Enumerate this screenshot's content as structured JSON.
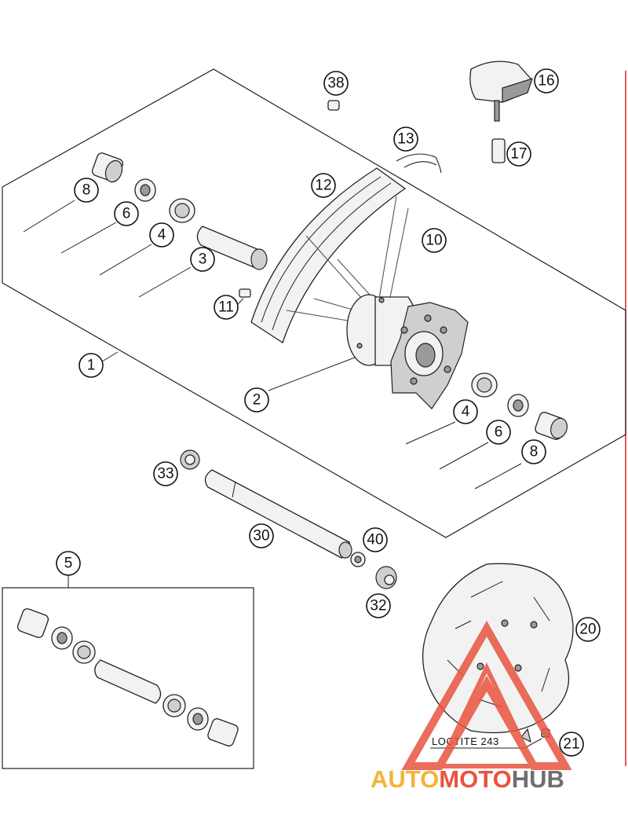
{
  "note": {
    "text": "LOCTITE 243"
  },
  "watermark": {
    "part1": "AUTO",
    "part2": "MOTO",
    "part3": "HUB",
    "color_auto": "#f3b43a",
    "color_moto": "#e8543f",
    "color_hub": "#6e6e6e"
  },
  "callouts": {
    "c1": "1",
    "c2": "2",
    "c3": "3",
    "c4a": "4",
    "c4b": "4",
    "c5": "5",
    "c6a": "6",
    "c6b": "6",
    "c8a": "8",
    "c8b": "8",
    "c10": "10",
    "c11": "11",
    "c12": "12",
    "c13": "13",
    "c16": "16",
    "c17": "17",
    "c20": "20",
    "c21": "21",
    "c30": "30",
    "c32": "32",
    "c33": "33",
    "c38": "38",
    "c40": "40"
  }
}
